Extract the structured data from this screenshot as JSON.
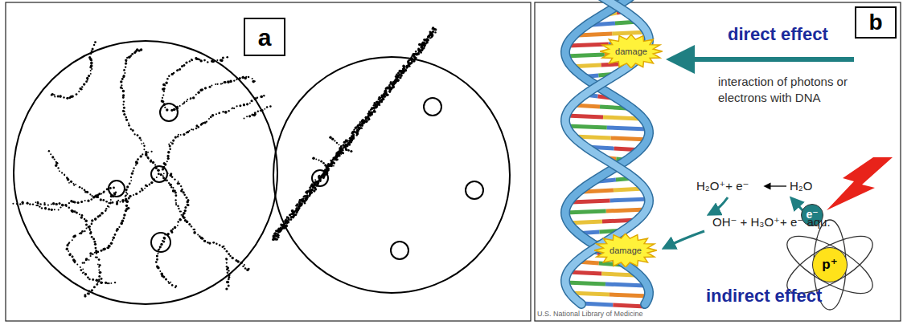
{
  "diagram": {
    "nodes": [
      {
        "text": [
          "a"
        ]
      },
      {
        "text": [
          "b"
        ]
      },
      {
        "text": [
          "damage"
        ]
      },
      {
        "text": [
          "damage"
        ]
      },
      {
        "text": [
          "e⁻"
        ]
      },
      {
        "text": [
          "p⁺"
        ]
      }
    ],
    "labels": [
      "direct effect",
      "interaction of photons or electrons with DNA",
      "H₂O⁺+ e⁻",
      "H₂O",
      "OH⁻ + H₃O⁺+ e⁻ aqu.",
      "indirect effect",
      "U.S. National Library of Medicine"
    ]
  }
}
